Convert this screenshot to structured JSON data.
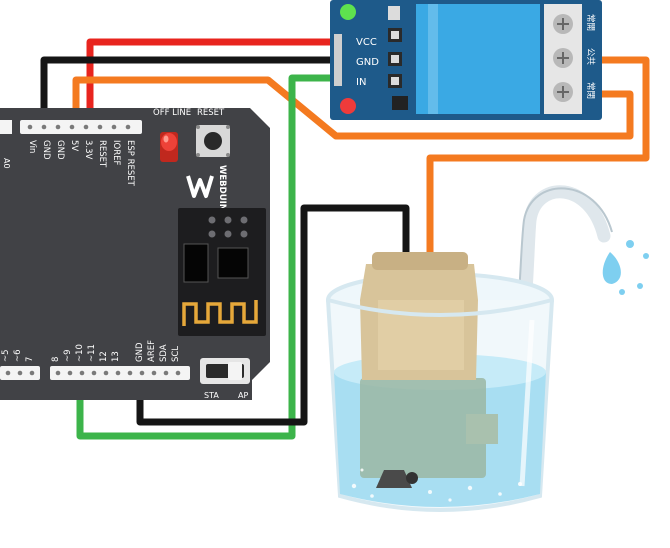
{
  "relay": {
    "pins": [
      "VCC",
      "GND",
      "IN"
    ],
    "terminals": [
      "常開",
      "公共",
      "常閉"
    ]
  },
  "board": {
    "brand": "WEBDUINO",
    "power_pins": [
      "Vin",
      "GND",
      "GND",
      "5V",
      "3.3V",
      "RESET",
      "IOREF",
      "ESP RESET"
    ],
    "digital_pins": [
      "~5",
      "~6",
      "7",
      "8",
      "~9",
      "~10",
      "~11",
      "12",
      "13",
      "GND",
      "AREF",
      "SDA",
      "SCL"
    ],
    "left_label": "A0",
    "off_line_label": "OFF LINE",
    "reset_label": "RESET",
    "switch_labels": [
      "AP",
      "STA"
    ]
  },
  "colors": {
    "board": "#414246",
    "wire_red": "#e8241e",
    "wire_black": "#151515",
    "wire_green": "#3cb44a",
    "wire_orange": "#f47a20",
    "relay_pcb": "#1e5a8a",
    "relay_body": "#3aa9e4",
    "water": "#a8def2"
  }
}
